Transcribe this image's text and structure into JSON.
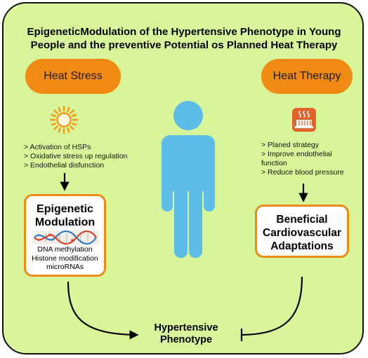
{
  "title": {
    "line1": "EpigeneticModulation of the Hypertensive Phenotype in Young",
    "line2": "People and the preventive Potential os Planned Heat Therapy"
  },
  "heat_stress": {
    "label": "Heat Stress",
    "icon": "sun-icon",
    "items": [
      "> Activation of HSPs",
      "> Oxidative stress up regulation",
      "> Endothelial disfunction"
    ]
  },
  "heat_therapy": {
    "label": "Heat Therapy",
    "icon": "sauna-icon",
    "items": [
      "> Planed strategy",
      "> Improve endothelial",
      "function",
      "> Reduce blood pressure"
    ]
  },
  "epigenetic": {
    "heading_line1": "Epigenetic",
    "heading_line2": "Modulation",
    "icon": "dna-icon",
    "items": [
      "DNA methylation",
      "Histone modification",
      "microRNAs"
    ]
  },
  "beneficial": {
    "line1": "Beneficial",
    "line2": "Cardiovascular",
    "line3": "Adaptations"
  },
  "outcome": {
    "line1": "Hypertensive",
    "line2": "Phenotype"
  },
  "person_icon": "person-icon",
  "colors": {
    "background": "#d9f59a",
    "pill": "#f08a12",
    "box_border": "#ee8b14",
    "person": "#5bbde8",
    "sun": "#f39a1a",
    "sauna": "#e2622a"
  }
}
